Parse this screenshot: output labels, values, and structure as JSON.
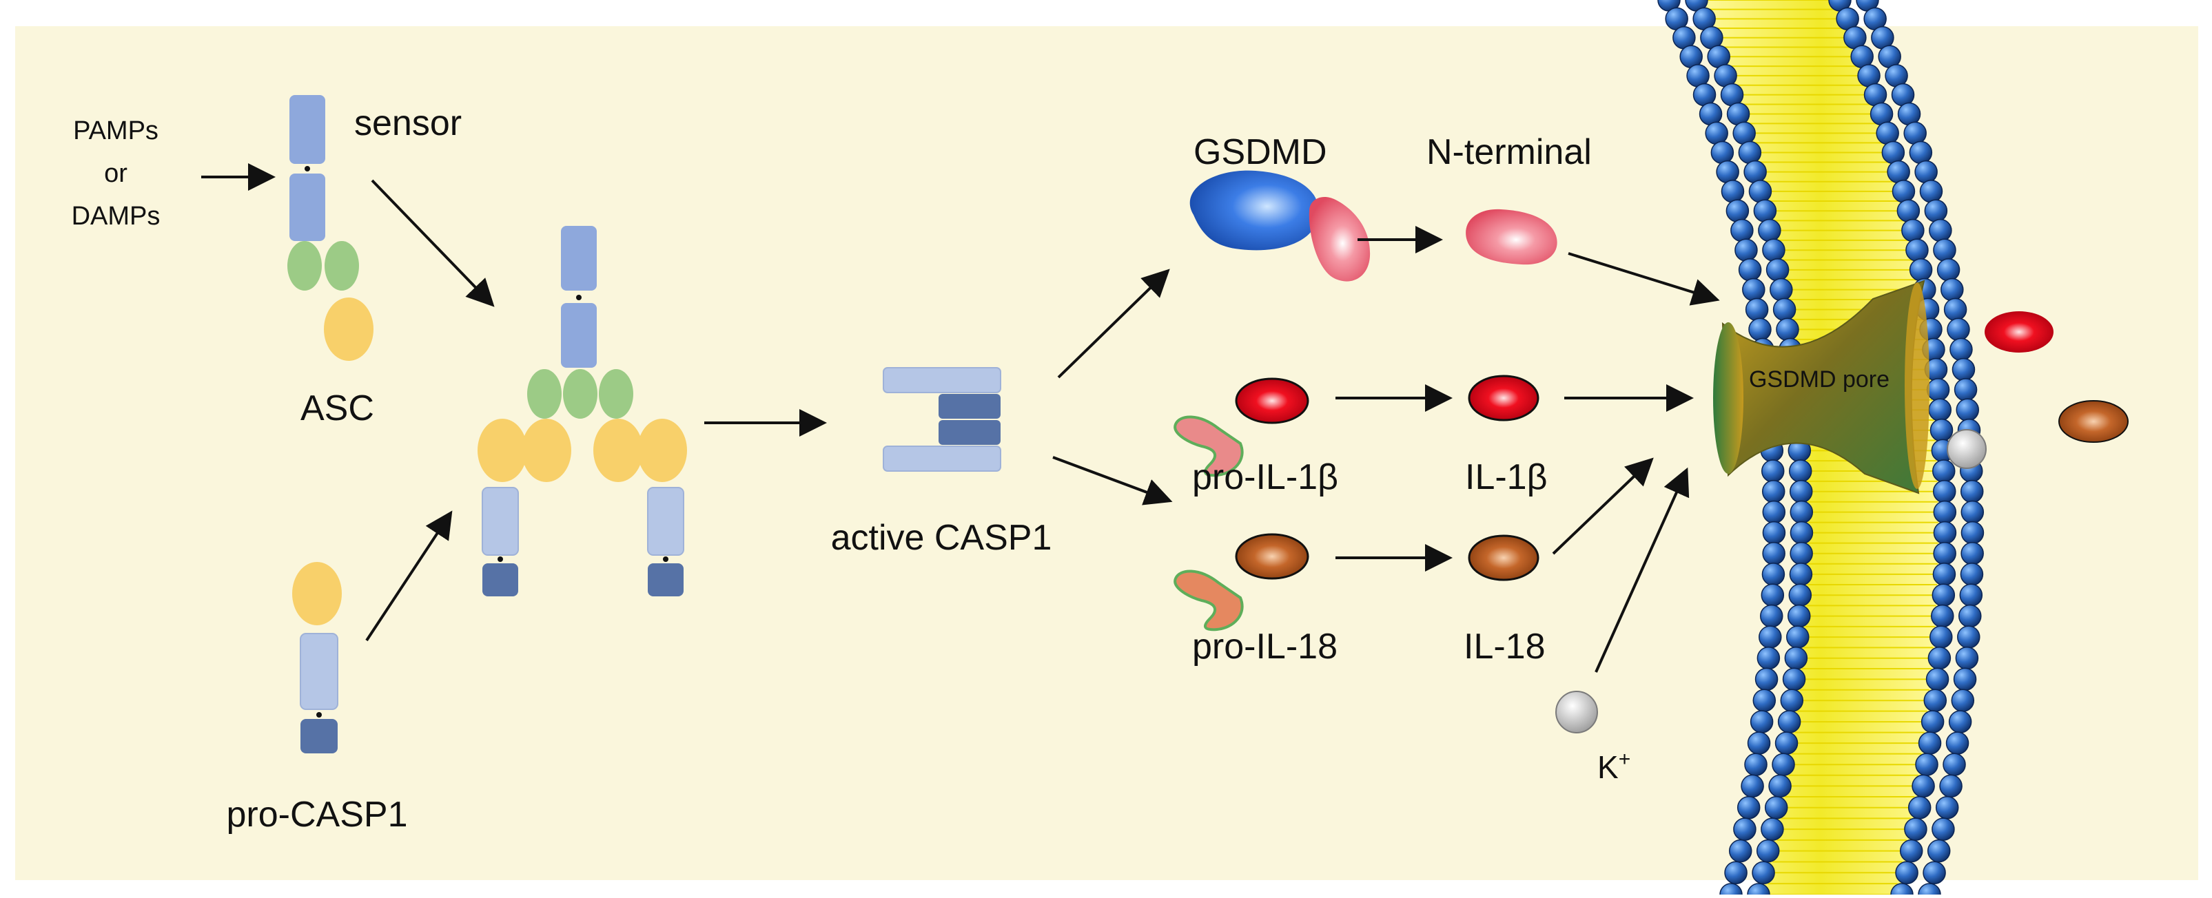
{
  "colors": {
    "background": "#FAF6DC",
    "sensor_domain": "#8EA8DC",
    "asc_green": "#9CCB86",
    "yellow_domain": "#F8D06A",
    "casp_light": "#B5C6E6",
    "casp_dark": "#5672A6",
    "gsdmd_blue": "#3C7DE6",
    "nterm_red": "#EE6A78",
    "il1b_red": "#E00010",
    "il18_brown": "#B85A1C",
    "lipid_head": "#1E4F9A",
    "lipid_tail": "#F2EA2A",
    "pore": "#6E6A20",
    "ion": "#BDBDBD"
  },
  "labels": {
    "pamps": "PAMPs",
    "or": "or",
    "damps": "DAMPs",
    "sensor": "sensor",
    "asc": "ASC",
    "pro_casp1": "pro-CASP1",
    "active_casp1": "active CASP1",
    "gsdmd": "GSDMD",
    "n_terminal": "N-terminal",
    "pro_il1b": "pro-IL-1β",
    "il1b": "IL-1β",
    "pro_il18": "pro-IL-18",
    "il18": "IL-18",
    "gsdmd_pore": "GSDMD pore",
    "k_ion": "K",
    "k_charge": "+"
  }
}
